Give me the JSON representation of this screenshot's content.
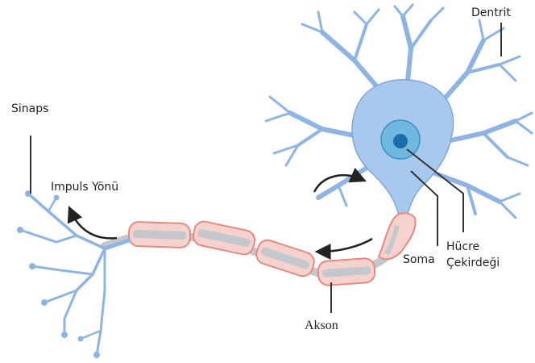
{
  "diagram": {
    "labels": {
      "dentrit": "Dentrit",
      "sinaps": "Sinaps",
      "impuls_yonu": "Impuls Yönü",
      "hucre": "Hücre",
      "cekirdegi": "Çekirdeği",
      "soma": "Soma",
      "akson": "Akson"
    },
    "colors": {
      "cell_body": "#a9c8ee",
      "cell_outline": "#7fa6d6",
      "dendrite": "#8fb4e4",
      "nucleus_outer": "#4aa9d6",
      "nucleus_inner": "#1a6fa8",
      "myelin_fill": "#f6d2ce",
      "myelin_stroke": "#e58a80",
      "axon_core": "#c4c7cc",
      "pointer_line": "#333333",
      "arrow": "#222222"
    }
  }
}
